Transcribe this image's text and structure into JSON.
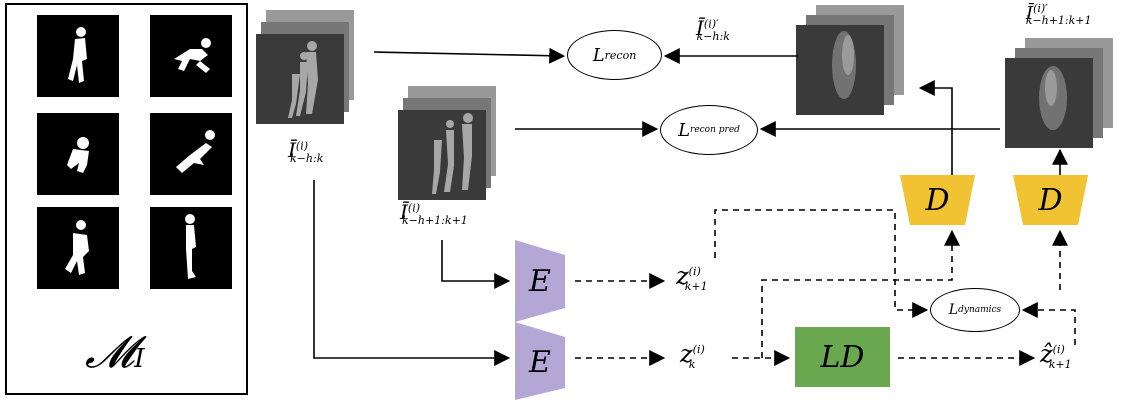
{
  "panel": {
    "caption": "𝓜",
    "caption_sub": "I"
  },
  "labels": {
    "i_hk": "Ī",
    "i_hk_sup": "(i)",
    "i_hk_sub": "k−h:k",
    "i_h1k1": "Ī",
    "i_h1k1_sup": "(i)",
    "i_h1k1_sub": "k−h+1:k+1",
    "i_hk_prime": "Ī",
    "i_hk_prime_sup": "(i)′",
    "i_hk_prime_sub": "k−h:k",
    "i_h1k1_prime": "Ī",
    "i_h1k1_prime_sup": "(i)′",
    "i_h1k1_prime_sub": "k−h+1:k+1",
    "z_k1": "z",
    "z_k1_sup": "(i)",
    "z_k1_sub": "k+1",
    "z_k": "z",
    "z_k_sup": "(i)",
    "z_k_sub": "k",
    "zhat": "ẑ",
    "zhat_sup": "(i)",
    "zhat_sub": "k+1"
  },
  "losses": {
    "recon": "L",
    "recon_sub": "recon",
    "recon_pred": "L",
    "recon_pred_sub": "recon pred",
    "dynamics": "L",
    "dynamics_sub": "dynamics"
  },
  "blocks": {
    "encoder_top": "E",
    "encoder_bottom": "E",
    "decoder_left": "D",
    "decoder_right": "D",
    "latent_dynamics": "LD"
  },
  "colors": {
    "encoder": "#b4a7d6",
    "decoder": "#f1c232",
    "latent_dynamics": "#6aa84f",
    "frame_outer": "#999999",
    "frame_inner": "#444444"
  }
}
